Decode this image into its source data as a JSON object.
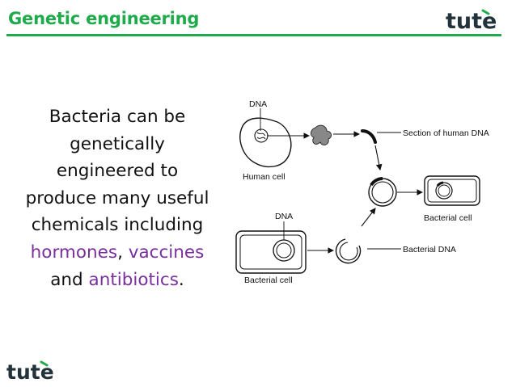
{
  "header": {
    "title": "Genetic engineering"
  },
  "logo": {
    "text": "tute"
  },
  "slide": {
    "line1": "Bacteria can be",
    "line2": "genetically",
    "line3": "engineered to",
    "line4": "produce many useful",
    "line5": "chemicals including",
    "hormones": "hormones",
    "comma": ", ",
    "vaccines": "vaccines",
    "and": "and ",
    "antibiotics": "antibiotics",
    "period": "."
  },
  "diagram": {
    "dna_top": "DNA",
    "human_cell": "Human cell",
    "section_human_dna": "Section of human DNA",
    "bacterial_cell_right": "Bacterial cell",
    "dna_bottom": "DNA",
    "bacterial_dna": "Bacterial DNA",
    "bacterial_cell_left": "Bacterial cell"
  },
  "colors": {
    "brand_green": "#1faa4b",
    "highlight_purple": "#7a2f9e"
  }
}
